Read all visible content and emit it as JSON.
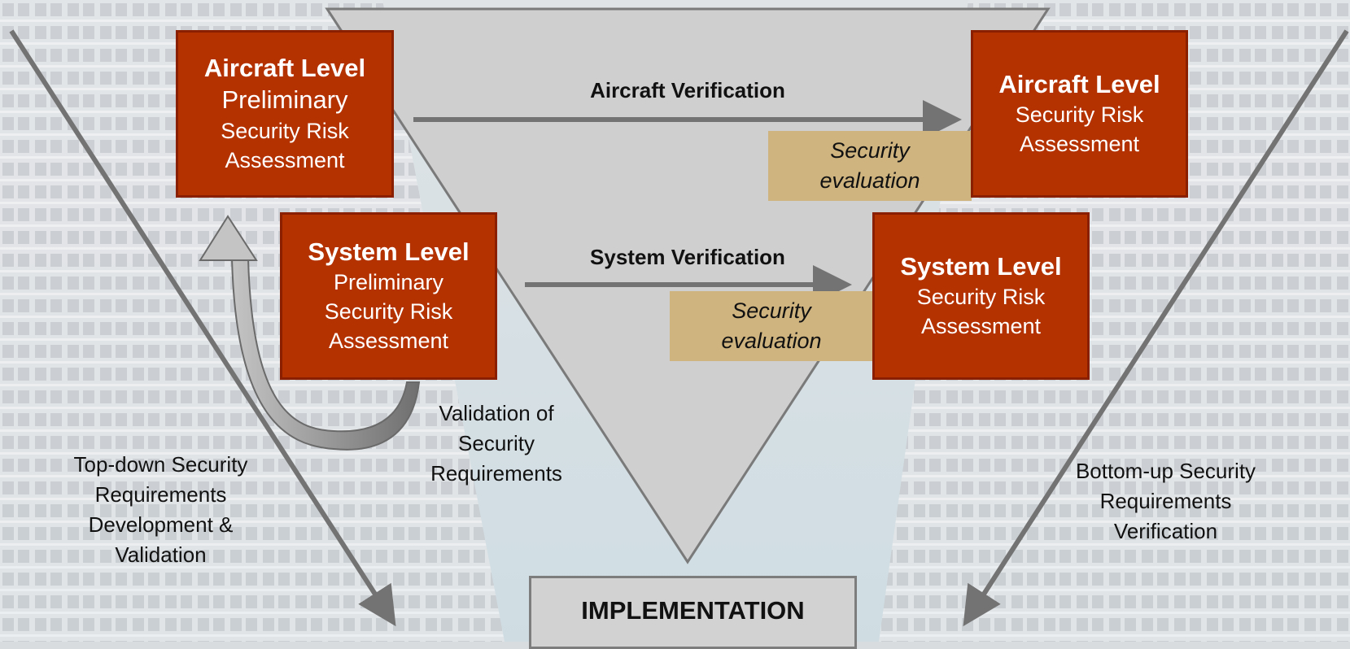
{
  "boxes": {
    "aircraft_prelim": {
      "title": "Aircraft Level",
      "lines": [
        "Preliminary",
        "Security Risk",
        "Assessment"
      ]
    },
    "system_prelim": {
      "title": "System Level",
      "lines": [
        "Preliminary",
        "Security Risk",
        "Assessment"
      ]
    },
    "aircraft_final": {
      "title": "Aircraft Level",
      "lines": [
        "Security Risk",
        "Assessment"
      ]
    },
    "system_final": {
      "title": "System Level",
      "lines": [
        "Security Risk",
        "Assessment"
      ]
    }
  },
  "evaluations": {
    "aircraft": [
      "Security",
      "evaluation"
    ],
    "system": [
      "Security",
      "evaluation"
    ]
  },
  "arrows": {
    "aircraft_verification": "Aircraft Verification",
    "system_verification": "System Verification"
  },
  "labels": {
    "validation": [
      "Validation of",
      "Security",
      "Requirements"
    ],
    "top_down": [
      "Top-down Security",
      "Requirements",
      "Development &",
      "Validation"
    ],
    "bottom_up": [
      "Bottom-up Security",
      "Requirements",
      "Verification"
    ]
  },
  "implementation": "IMPLEMENTATION",
  "colors": {
    "box_fill": "#b43100",
    "box_border": "#8a1f00",
    "evaluation_fill": "#cfb47f",
    "triangle_fill": "#d0cfd0",
    "arrow_gray": "#737373",
    "background_tint": "#dfe5ea"
  }
}
